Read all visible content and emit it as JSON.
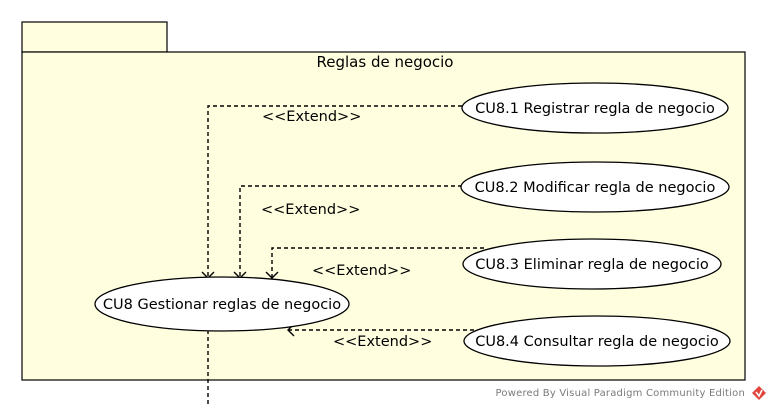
{
  "package": {
    "title": "Reglas de negocio",
    "fill": "#ffffe0"
  },
  "use_cases": [
    {
      "id": "cu8",
      "label": "CU8 Gestionar reglas de negocio"
    },
    {
      "id": "cu8_1",
      "label": "CU8.1 Registrar regla de negocio"
    },
    {
      "id": "cu8_2",
      "label": "CU8.2 Modificar regla de negocio"
    },
    {
      "id": "cu8_3",
      "label": "CU8.3 Eliminar regla de negocio"
    },
    {
      "id": "cu8_4",
      "label": "CU8.4 Consultar regla de negocio"
    }
  ],
  "relations": [
    {
      "from": "cu8_1",
      "to": "cu8",
      "stereotype": "<<Extend>>"
    },
    {
      "from": "cu8_2",
      "to": "cu8",
      "stereotype": "<<Extend>>"
    },
    {
      "from": "cu8_3",
      "to": "cu8",
      "stereotype": "<<Extend>>"
    },
    {
      "from": "cu8_4",
      "to": "cu8",
      "stereotype": "<<Extend>>"
    }
  ],
  "watermark": {
    "text": "Powered By Visual Paradigm Community Edition",
    "logo_color": "#e2453c"
  }
}
